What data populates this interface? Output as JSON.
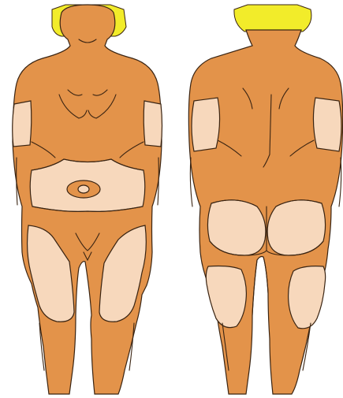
{
  "figure": {
    "views": [
      {
        "id": "front",
        "label": ""
      },
      {
        "id": "back",
        "label": ""
      }
    ],
    "colors": {
      "skin": "#E3934A",
      "zone": "#F7D8BC",
      "hair": "#F2EC2A",
      "outline": "#3a2412",
      "background": "#FFFFFF"
    },
    "injection_zones": {
      "front": [
        "left-upper-arm",
        "right-upper-arm",
        "abdomen",
        "left-thigh",
        "right-thigh"
      ],
      "back": [
        "left-upper-arm",
        "right-upper-arm",
        "left-buttock",
        "right-buttock",
        "left-thigh",
        "right-thigh"
      ]
    }
  }
}
